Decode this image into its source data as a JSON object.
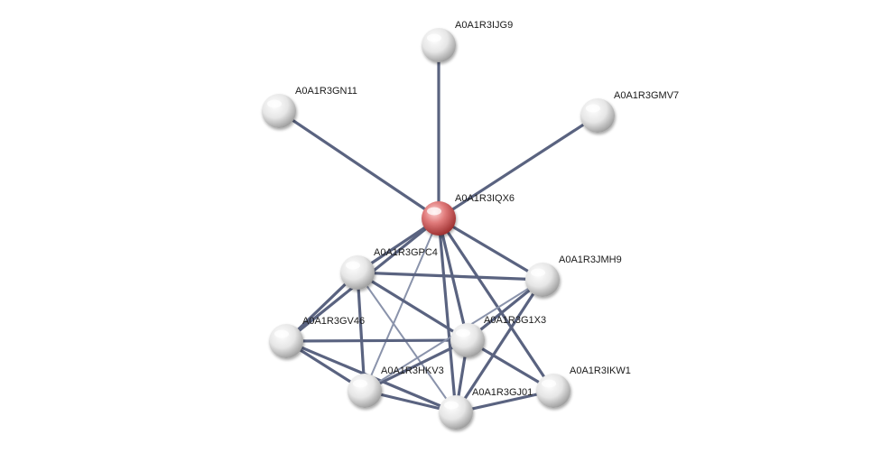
{
  "network": {
    "query_node": "A0A1R3IQX6",
    "nodes": [
      {
        "id": "A0A1R3IQX6",
        "label": "A0A1R3IQX6",
        "query": true
      },
      {
        "id": "A0A1R3IJG9",
        "label": "A0A1R3IJG9",
        "query": false
      },
      {
        "id": "A0A1R3GN11",
        "label": "A0A1R3GN11",
        "query": false
      },
      {
        "id": "A0A1R3GMV7",
        "label": "A0A1R3GMV7",
        "query": false
      },
      {
        "id": "A0A1R3GPC4",
        "label": "A0A1R3GPC4",
        "query": false
      },
      {
        "id": "A0A1R3JMH9",
        "label": "A0A1R3JMH9",
        "query": false
      },
      {
        "id": "A0A1R3GV46",
        "label": "A0A1R3GV46",
        "query": false
      },
      {
        "id": "A0A1R3G1X3",
        "label": "A0A1R3G1X3",
        "query": false
      },
      {
        "id": "A0A1R3HKV3",
        "label": "A0A1R3HKV3",
        "query": false
      },
      {
        "id": "A0A1R3IKW1",
        "label": "A0A1R3IKW1",
        "query": false
      },
      {
        "id": "A0A1R3GJ01",
        "label": "A0A1R3GJ01",
        "query": false
      }
    ],
    "edges": [
      [
        "A0A1R3IQX6",
        "A0A1R3IJG9"
      ],
      [
        "A0A1R3IQX6",
        "A0A1R3GN11"
      ],
      [
        "A0A1R3IQX6",
        "A0A1R3GMV7"
      ],
      [
        "A0A1R3IQX6",
        "A0A1R3GPC4"
      ],
      [
        "A0A1R3IQX6",
        "A0A1R3JMH9"
      ],
      [
        "A0A1R3IQX6",
        "A0A1R3GV46"
      ],
      [
        "A0A1R3IQX6",
        "A0A1R3G1X3"
      ],
      [
        "A0A1R3IQX6",
        "A0A1R3HKV3"
      ],
      [
        "A0A1R3IQX6",
        "A0A1R3IKW1"
      ],
      [
        "A0A1R3IQX6",
        "A0A1R3GJ01"
      ],
      [
        "A0A1R3GPC4",
        "A0A1R3JMH9"
      ],
      [
        "A0A1R3GPC4",
        "A0A1R3GV46"
      ],
      [
        "A0A1R3GPC4",
        "A0A1R3G1X3"
      ],
      [
        "A0A1R3GPC4",
        "A0A1R3HKV3"
      ],
      [
        "A0A1R3GPC4",
        "A0A1R3GJ01"
      ],
      [
        "A0A1R3GV46",
        "A0A1R3G1X3"
      ],
      [
        "A0A1R3GV46",
        "A0A1R3HKV3"
      ],
      [
        "A0A1R3GV46",
        "A0A1R3GJ01"
      ],
      [
        "A0A1R3G1X3",
        "A0A1R3HKV3"
      ],
      [
        "A0A1R3G1X3",
        "A0A1R3GJ01"
      ],
      [
        "A0A1R3G1X3",
        "A0A1R3IKW1"
      ],
      [
        "A0A1R3JMH9",
        "A0A1R3G1X3"
      ],
      [
        "A0A1R3JMH9",
        "A0A1R3HKV3"
      ],
      [
        "A0A1R3JMH9",
        "A0A1R3GJ01"
      ],
      [
        "A0A1R3HKV3",
        "A0A1R3GJ01"
      ],
      [
        "A0A1R3GJ01",
        "A0A1R3IKW1"
      ]
    ],
    "colors": {
      "edge": "#5a6380",
      "edge_light": "#8a93ab",
      "node_default": "#e8e8e8",
      "node_query": "#d9534f",
      "label": "#1a1a1a"
    }
  }
}
